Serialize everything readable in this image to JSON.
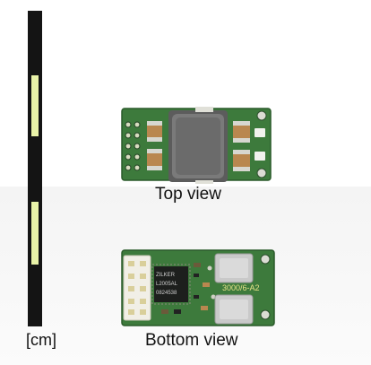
{
  "figure": {
    "captions": {
      "top": "Top view",
      "bottom": "Bottom view",
      "unit": "[cm]"
    },
    "ruler": {
      "segments_cm": [
        {
          "color": "black"
        },
        {
          "color": "yellow"
        },
        {
          "color": "black"
        },
        {
          "color": "yellow"
        },
        {
          "color": "black"
        }
      ]
    },
    "bottom_board": {
      "marking": "3000/6-A2",
      "chip_text": [
        "ZILKER",
        "L2005AL",
        "0824538"
      ]
    },
    "colors": {
      "pcb": "#3d7a3c",
      "ruler_black": "#141414",
      "ruler_yellow": "#e9f3a8",
      "inductor": "#6f6f6f",
      "capacitor": "#b9874f",
      "shield": "#c9c9c9"
    }
  }
}
